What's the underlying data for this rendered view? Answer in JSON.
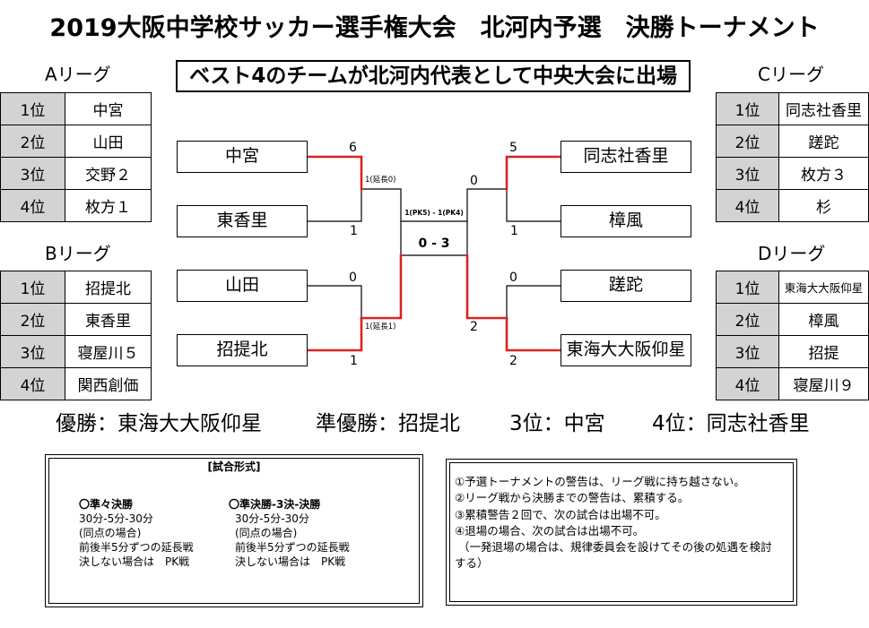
{
  "title": "2019大阪中学校サッカー選手権大会　北河内予選　決勝トーナメント",
  "notice": "ベスト4のチームが北河内代表として中央大会に出場",
  "colors": {
    "winner_line": "#d92323",
    "rank_cell_bg": "#d3d3d3",
    "line": "#000000"
  },
  "leagues": {
    "A": {
      "label": "Aリーグ",
      "rows": [
        {
          "rank": "1位",
          "team": "中宮"
        },
        {
          "rank": "2位",
          "team": "山田"
        },
        {
          "rank": "3位",
          "team": "交野２"
        },
        {
          "rank": "4位",
          "team": "枚方１"
        }
      ]
    },
    "B": {
      "label": "Bリーグ",
      "rows": [
        {
          "rank": "1位",
          "team": "招提北"
        },
        {
          "rank": "2位",
          "team": "東香里"
        },
        {
          "rank": "3位",
          "team": "寝屋川５"
        },
        {
          "rank": "4位",
          "team": "関西創価"
        }
      ]
    },
    "C": {
      "label": "Cリーグ",
      "rows": [
        {
          "rank": "1位",
          "team": "同志社香里"
        },
        {
          "rank": "2位",
          "team": "蹉跎"
        },
        {
          "rank": "3位",
          "team": "枚方３"
        },
        {
          "rank": "4位",
          "team": "杉"
        }
      ]
    },
    "D": {
      "label": "Dリーグ",
      "rows": [
        {
          "rank": "1位",
          "team": "東海大大阪仰星"
        },
        {
          "rank": "2位",
          "team": "樟風"
        },
        {
          "rank": "3位",
          "team": "招提"
        },
        {
          "rank": "4位",
          "team": "寝屋川９"
        }
      ]
    }
  },
  "bracket": {
    "left": [
      {
        "team": "中宮",
        "score": "6",
        "winner": true
      },
      {
        "team": "東香里",
        "score": "1",
        "winner": false
      },
      {
        "team": "山田",
        "score": "0",
        "winner": false
      },
      {
        "team": "招提北",
        "score": "1",
        "winner": true
      }
    ],
    "right": [
      {
        "team": "同志社香里",
        "score": "5",
        "winner": true
      },
      {
        "team": "樟風",
        "score": "1",
        "winner": false
      },
      {
        "team": "蹉跎",
        "score": "0",
        "winner": false
      },
      {
        "team": "東海大大阪仰星",
        "score": "2",
        "winner": true
      }
    ],
    "semifinals": {
      "left": {
        "top_score": "1(延長0)",
        "bottom_score": "1(延長1)",
        "top_winner": false,
        "bottom_winner": true
      },
      "right": {
        "top_score": "0",
        "bottom_score": "2",
        "top_winner": false,
        "bottom_winner": true
      }
    },
    "third_place_score": "1(PK5) - 1(PK4)",
    "final_score": "0 - 3"
  },
  "results": {
    "champion": "優勝：東海大大阪仰星",
    "runner_up": "準優勝：招提北",
    "third": "3位：中宮",
    "fourth": "4位：同志社香里"
  },
  "match_format": {
    "heading": "[試合形式]",
    "quarterfinal": {
      "title": "〇準々決勝",
      "lines": [
        "30分-5分-30分",
        "(同点の場合)",
        "前後半5分ずつの延長戦",
        "決しない場合は　PK戦"
      ]
    },
    "semifinal_and_final": {
      "title": "〇準決勝-3決-決勝",
      "lines": [
        "30分-5分-30分",
        "(同点の場合)",
        "前後半5分ずつの延長戦",
        "決しない場合は　PK戦"
      ]
    }
  },
  "rules": [
    "①予選トーナメントの警告は、リーグ戦に持ち越さない。",
    "②リーグ戦から決勝までの警告は、累積する。",
    "③累積警告２回で、次の試合は出場不可。",
    "④退場の場合、次の試合は出場不可。",
    "（一発退場の場合は、規律委員会を設けてその後の処遇を検討",
    "する）"
  ]
}
